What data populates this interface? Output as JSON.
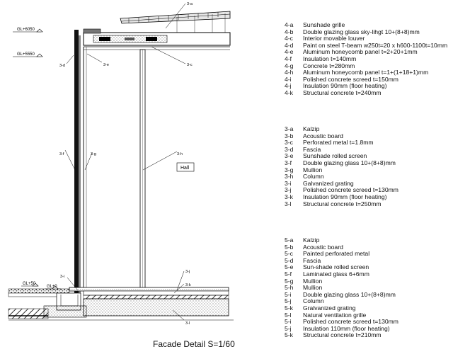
{
  "title": "Facade Detail S=1/60",
  "levels": [
    "GL+6050",
    "GL+5550",
    "GL+50",
    "GL±0"
  ],
  "room_label": "Hall",
  "callouts": {
    "c3a": "3-a",
    "c3c": "3-c",
    "c3d": "3-d",
    "c3e": "3-e",
    "c3f": "3-f",
    "c3g": "3-g",
    "c3h": "3-h",
    "c3i": "3-i",
    "c3j": "3-j",
    "c3k": "3-k",
    "c3l": "3-l"
  },
  "legend_groups": [
    {
      "items": [
        {
          "code": "4-a",
          "text": "Sunshade grille"
        },
        {
          "code": "4-b",
          "text": "Double glazing glass sky-lihgt 10+(8+8)mm"
        },
        {
          "code": "4-c",
          "text": "Interior movable louver"
        },
        {
          "code": "4-d",
          "text": "Paint on steel T-beam w250t=20 x h600-1100t=10mm"
        },
        {
          "code": "4-e",
          "text": "Aluminum honeycomb panel t=2+20+1mm"
        },
        {
          "code": "4-f",
          "text": "Insulation t=140mm"
        },
        {
          "code": "4-g",
          "text": "Concrete t=280mm"
        },
        {
          "code": "4-h",
          "text": "Aluminum honeycomb panel t=1+(1+18+1)mm"
        },
        {
          "code": "4-i",
          "text": "Polished concrete screed t=150mm"
        },
        {
          "code": "4-j",
          "text": "Insulation 90mm (floor heating)"
        },
        {
          "code": "4-k",
          "text": "Structural concrete t=240mm"
        }
      ]
    },
    {
      "items": [
        {
          "code": "3-a",
          "text": "Kalzip"
        },
        {
          "code": "3-b",
          "text": "Acoustic board"
        },
        {
          "code": "3-c",
          "text": "Perforated metal t=1.8mm"
        },
        {
          "code": "3-d",
          "text": "Fascia"
        },
        {
          "code": "3-e",
          "text": "Sunshade rolled screen"
        },
        {
          "code": "3-f",
          "text": "Double glazing glass 10+(8+8)mm"
        },
        {
          "code": "3-g",
          "text": "Mullion"
        },
        {
          "code": "3-h",
          "text": "Column"
        },
        {
          "code": "3-i",
          "text": "Galvanized grating"
        },
        {
          "code": "3-j",
          "text": "Polished concrete screed t=130mm"
        },
        {
          "code": "3-k",
          "text": "Insulation 90mm (floor heating)"
        },
        {
          "code": "3-l",
          "text": "Structural concrete t=250mm"
        }
      ]
    },
    {
      "items": [
        {
          "code": "5-a",
          "text": "Kalzip"
        },
        {
          "code": "5-b",
          "text": "Acoustic board"
        },
        {
          "code": "5-c",
          "text": "Painted perforated metal"
        },
        {
          "code": "5-d",
          "text": "Fascia"
        },
        {
          "code": "5-e",
          "text": "Sun-shade rolled screen"
        },
        {
          "code": "5-f",
          "text": "Laminated glass 6+6mm"
        },
        {
          "code": "5-g",
          "text": "Mullion"
        },
        {
          "code": "5-h",
          "text": "Mullion"
        },
        {
          "code": "5-i",
          "text": "Double glazing glass 10+(8+8)mm"
        },
        {
          "code": "5-j",
          "text": "Column"
        },
        {
          "code": "5-k",
          "text": "Gralvanized grating"
        },
        {
          "code": "5-l",
          "text": "Natural ventilation grille"
        },
        {
          "code": "5-i",
          "text": "Polished concrete screed t=130mm"
        },
        {
          "code": "5-j",
          "text": "Insulation 110mm (floor heating)"
        },
        {
          "code": "5-k",
          "text": "Structural concrete t=210mm"
        }
      ]
    }
  ]
}
